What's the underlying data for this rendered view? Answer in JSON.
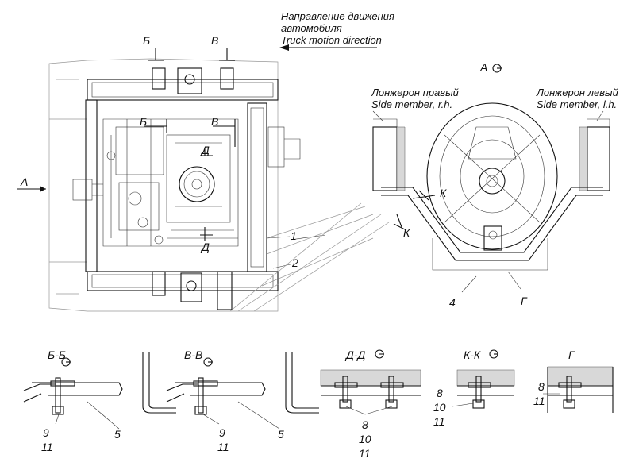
{
  "direction": {
    "line1": "Направление движения",
    "line2": "автомобиля",
    "line3": "Truck motion direction"
  },
  "main_view": {
    "section_B": "Б",
    "section_V": "В",
    "section_D": "Д",
    "view_arrow": "А",
    "callout_1": "1",
    "callout_2": "2"
  },
  "view_A": {
    "title": "А",
    "right_member_ru": "Лонжерон правый",
    "right_member_en": "Side member, r.h.",
    "left_member_ru": "Лонжерон левый",
    "left_member_en": "Side member, l.h.",
    "section_K": "К",
    "callout_4": "4",
    "callout_G": "Г"
  },
  "details": [
    {
      "title": "Б-Б",
      "callouts": [
        "9",
        "11",
        "5"
      ]
    },
    {
      "title": "В-В",
      "callouts": [
        "9",
        "11",
        "5"
      ]
    },
    {
      "title": "Д-Д",
      "callouts": [
        "8",
        "10",
        "11"
      ]
    },
    {
      "title": "К-К",
      "callouts": [
        "8",
        "10",
        "11"
      ]
    },
    {
      "title": "Г",
      "callouts": [
        "8",
        "11"
      ]
    }
  ]
}
